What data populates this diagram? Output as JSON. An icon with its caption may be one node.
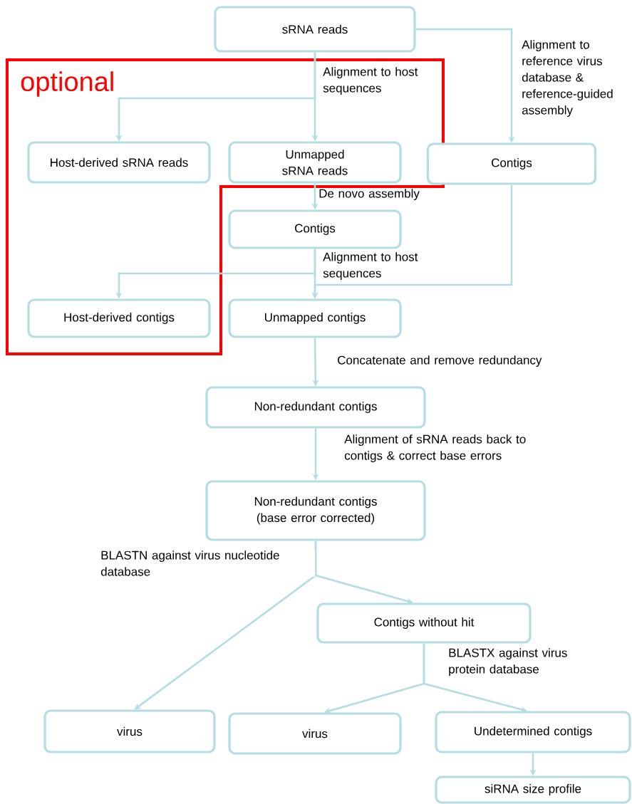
{
  "diagram": {
    "nodes": [
      {
        "text": [
          "sRNA reads"
        ]
      },
      {
        "text": [
          "optional"
        ]
      },
      {
        "text": [
          "Host-derived sRNA reads"
        ],
        "in": 1
      },
      {
        "text": [
          "Unmapped sRNA reads"
        ],
        "in": 1
      },
      {
        "text": [
          "Contigs"
        ]
      },
      {
        "text": [
          "Contigs"
        ]
      },
      {
        "text": [
          "Host-derived contigs"
        ],
        "in": 1
      },
      {
        "text": [
          "Unmapped contigs"
        ]
      },
      {
        "text": [
          "Non-redundant contigs"
        ]
      },
      {
        "text": [
          "Non-redundant contigs (base error corrected)"
        ]
      },
      {
        "text": [
          "Contigs without hit"
        ]
      },
      {
        "text": [
          "virus"
        ]
      },
      {
        "text": [
          "virus"
        ]
      },
      {
        "text": [
          "Undetermined contigs"
        ]
      },
      {
        "text": [
          "siRNA size profile"
        ]
      }
    ],
    "edges": [
      {
        "from": 0,
        "to": 3,
        "arrow": "to",
        "label": "Alignment to host sequences"
      },
      {
        "from": 0,
        "to": 2,
        "arrow": "to"
      },
      {
        "from": 0,
        "to": 4,
        "arrow": "to",
        "label": "Alignment to reference virus database & reference-guided assembly"
      },
      {
        "from": 3,
        "to": 5,
        "arrow": "to",
        "label": "De novo assembly"
      },
      {
        "from": 5,
        "to": 7,
        "arrow": "to",
        "label": "Alignment to host sequences"
      },
      {
        "from": 5,
        "to": 6,
        "arrow": "to"
      },
      {
        "from": 4,
        "to": 7,
        "arrow": "to"
      },
      {
        "from": 7,
        "to": 8,
        "arrow": "to",
        "label": "Concatenate and remove redundancy"
      },
      {
        "from": 8,
        "to": 9,
        "arrow": "to",
        "label": "Alignment of sRNA reads back to contigs & correct base errors"
      },
      {
        "from": 9,
        "to": 11,
        "arrow": "to",
        "label": "BLASTN against virus nucleotide database"
      },
      {
        "from": 9,
        "to": 10,
        "arrow": "to"
      },
      {
        "from": 10,
        "to": 12,
        "arrow": "to",
        "label": "BLASTX against virus protein database"
      },
      {
        "from": 10,
        "to": 13,
        "arrow": "to"
      },
      {
        "from": 13,
        "to": 14,
        "arrow": "to"
      }
    ]
  }
}
